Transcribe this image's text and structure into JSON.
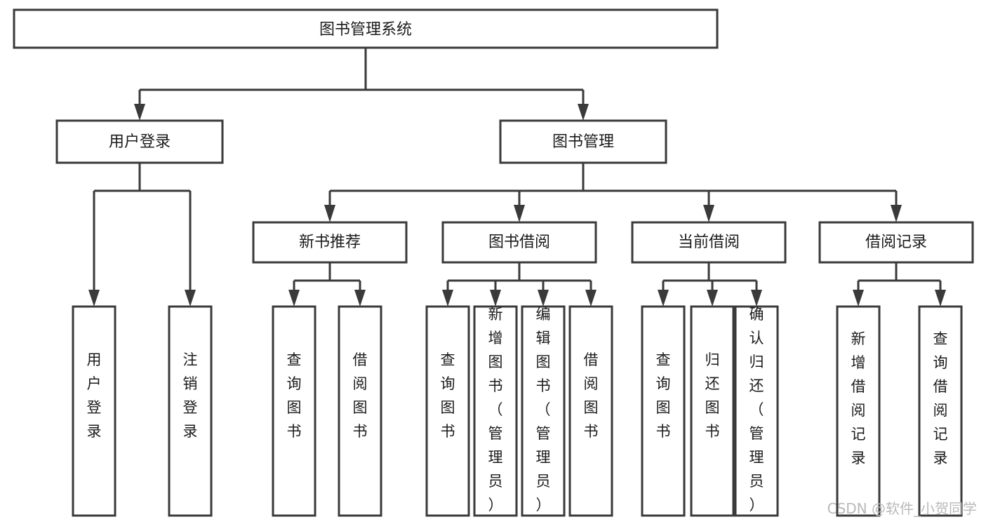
{
  "diagram": {
    "title": "图书管理系统",
    "type": "hierarchy-tree",
    "accent_color": "#3a3a3a",
    "background_color": "#ffffff",
    "text_color": "#1b1b1b",
    "watermark": "CSDN @软件_小贺同学",
    "root": {
      "label": "图书管理系统"
    },
    "level2": [
      {
        "label": "用户登录"
      },
      {
        "label": "图书管理"
      }
    ],
    "level3": [
      {
        "label": "新书推荐"
      },
      {
        "label": "图书借阅"
      },
      {
        "label": "当前借阅"
      },
      {
        "label": "借阅记录"
      }
    ],
    "leaves": {
      "user_login": [
        {
          "label": "用户登录"
        },
        {
          "label": "注销登录"
        }
      ],
      "new_book_recommend": [
        {
          "label": "查询图书"
        },
        {
          "label": "借阅图书"
        }
      ],
      "book_borrow": [
        {
          "label": "查询图书"
        },
        {
          "label": "新增图书（管理员）"
        },
        {
          "label": "编辑图书（管理员）"
        },
        {
          "label": "借阅图书"
        }
      ],
      "current_borrow": [
        {
          "label": "查询图书"
        },
        {
          "label": "归还图书"
        },
        {
          "label": "确认归还（管理员）"
        }
      ],
      "borrow_records": [
        {
          "label": "新增借阅记录"
        },
        {
          "label": "查询借阅记录"
        }
      ]
    }
  }
}
